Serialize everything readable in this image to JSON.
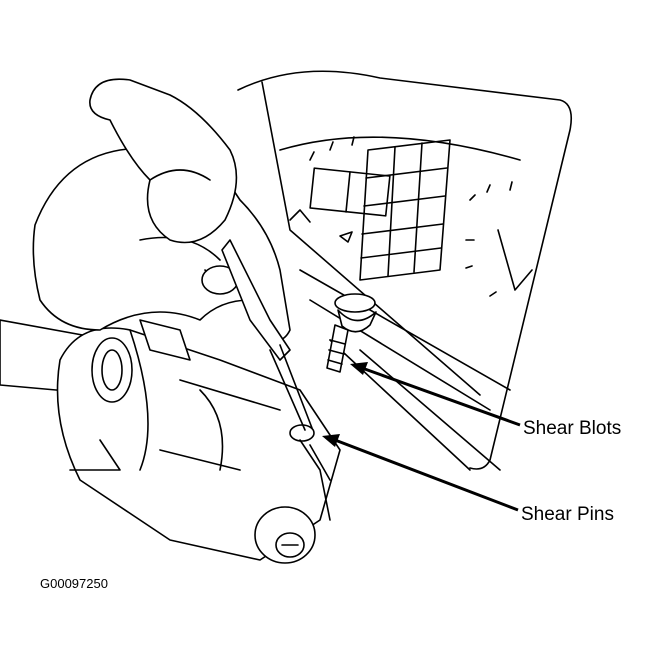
{
  "callouts": {
    "shear_bolts": "Shear Blots",
    "shear_pins": "Shear Pins"
  },
  "figure_id": "G00097250"
}
